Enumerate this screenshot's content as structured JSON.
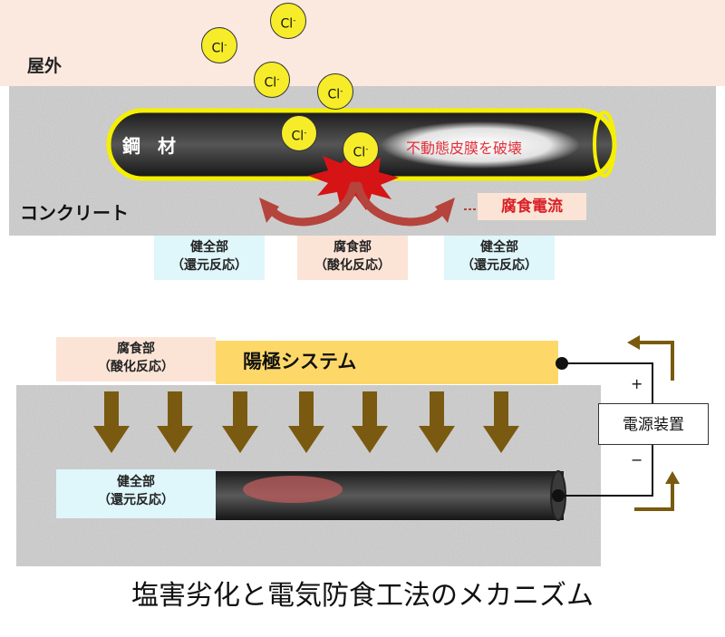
{
  "top": {
    "outdoor_label": "屋外",
    "concrete_label": "コンクリート",
    "steel_label": "鋼 材",
    "film_label": "不動態皮膜を破壊",
    "current_label": "腐食電流",
    "chloride_ion": {
      "symbol": "Cl",
      "charge": "-"
    },
    "zones": [
      {
        "line1": "健全部",
        "line2": "（還元反応）"
      },
      {
        "line1": "腐食部",
        "line2": "（酸化反応）"
      },
      {
        "line1": "健全部",
        "line2": "（還元反応）"
      }
    ]
  },
  "bottom": {
    "corroded": {
      "line1": "腐食部",
      "line2": "（酸化反応）"
    },
    "healthy": {
      "line1": "健全部",
      "line2": "（還元反応）"
    },
    "anode_label": "陽極システム",
    "psu_label": "電源装置",
    "plus": "+",
    "minus": "−"
  },
  "caption": "塩害劣化と電気防食工法のメカニズム",
  "colors": {
    "outdoor": "#fbe9e0",
    "steel": "#2a2a2a",
    "steel_outline": "#f5f000",
    "chloride": "#f7ec2a",
    "burst": "#d61416",
    "current_arrow": "#b5443c",
    "anode": "#fdd869",
    "arrow_brown": "#7a5a10",
    "healthy_box": "#dff6fb",
    "corroded_box": "#fbe4d6"
  }
}
